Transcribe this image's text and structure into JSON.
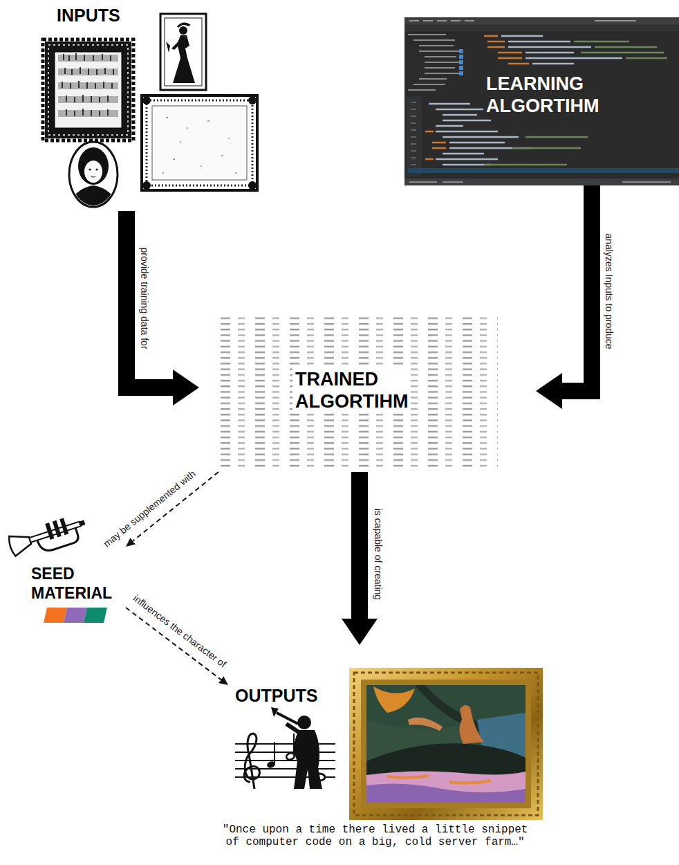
{
  "diagram": {
    "nodes": [
      {
        "text": [
          "INPUTS"
        ]
      },
      {
        "text": [
          "LEARNING ALGORTIHM"
        ]
      },
      {
        "text": [
          "TRAINED ALGORTIHM"
        ]
      },
      {
        "text": [
          "SEED MATERIAL"
        ]
      },
      {
        "text": [
          "OUTPUTS"
        ]
      }
    ],
    "edges": [
      {
        "from": 0,
        "to": 2,
        "label": "provide training data for",
        "arrow": "to"
      },
      {
        "from": 1,
        "to": 2,
        "label": "analyzes Inputs to produce",
        "arrow": "to"
      },
      {
        "from": 2,
        "to": 3,
        "label": "may be supplemented with",
        "arrow": "to"
      },
      {
        "from": 2,
        "to": 4,
        "label": "is capable of creating",
        "arrow": "to"
      },
      {
        "from": 3,
        "to": 4,
        "label": "influences the character of",
        "arrow": "to"
      }
    ],
    "labels": [
      "\"Once upon a time there lived a little snippet of computer code on a big, cold server farm…\""
    ]
  }
}
